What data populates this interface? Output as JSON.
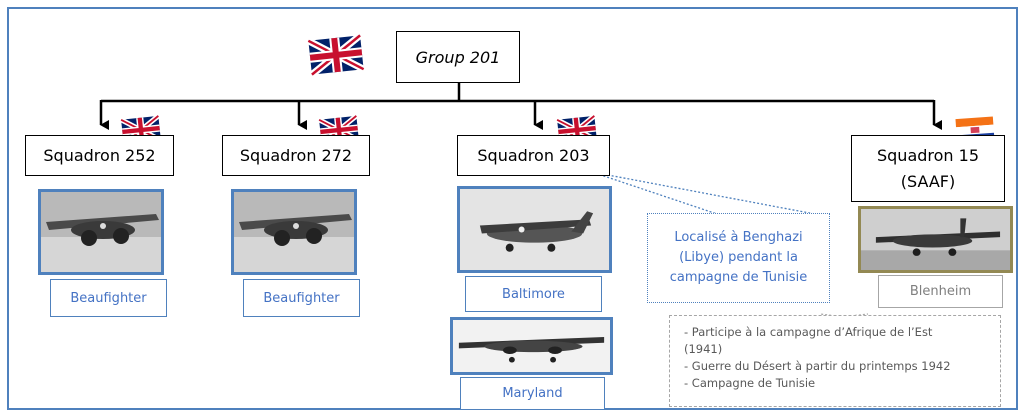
{
  "group": {
    "label": "Group 201",
    "flag": "uk-flag-icon"
  },
  "squadrons": [
    {
      "label": "Squadron 252",
      "flag": "uk-flag-icon",
      "aircraft": [
        "Beaufighter"
      ]
    },
    {
      "label": "Squadron 272",
      "flag": "uk-flag-icon",
      "aircraft": [
        "Beaufighter"
      ]
    },
    {
      "label": "Squadron 203",
      "flag": "uk-flag-icon",
      "aircraft": [
        "Baltimore",
        "Maryland"
      ]
    },
    {
      "label_line1": "Squadron 15",
      "label_line2": "(SAAF)",
      "flag": "south-africa-old-flag-icon",
      "aircraft": [
        "Blenheim"
      ]
    }
  ],
  "notes": {
    "sq203_line1": "Localisé à Benghazi",
    "sq203_line2": "(Libye) pendant la",
    "sq203_line3": "campagne de Tunisie",
    "sq15_line1": "- Participe à la campagne d’Afrique de l’Est",
    "sq15_line2": "(1941)",
    "sq15_line3": "- Guerre du Désert à partir du printemps 1942",
    "sq15_line4": "- Campagne de Tunisie"
  },
  "colors": {
    "frame": "#4f81bd",
    "caption_text": "#4472c4",
    "grey_border": "#a6a6a6",
    "gold_border": "#938953"
  }
}
